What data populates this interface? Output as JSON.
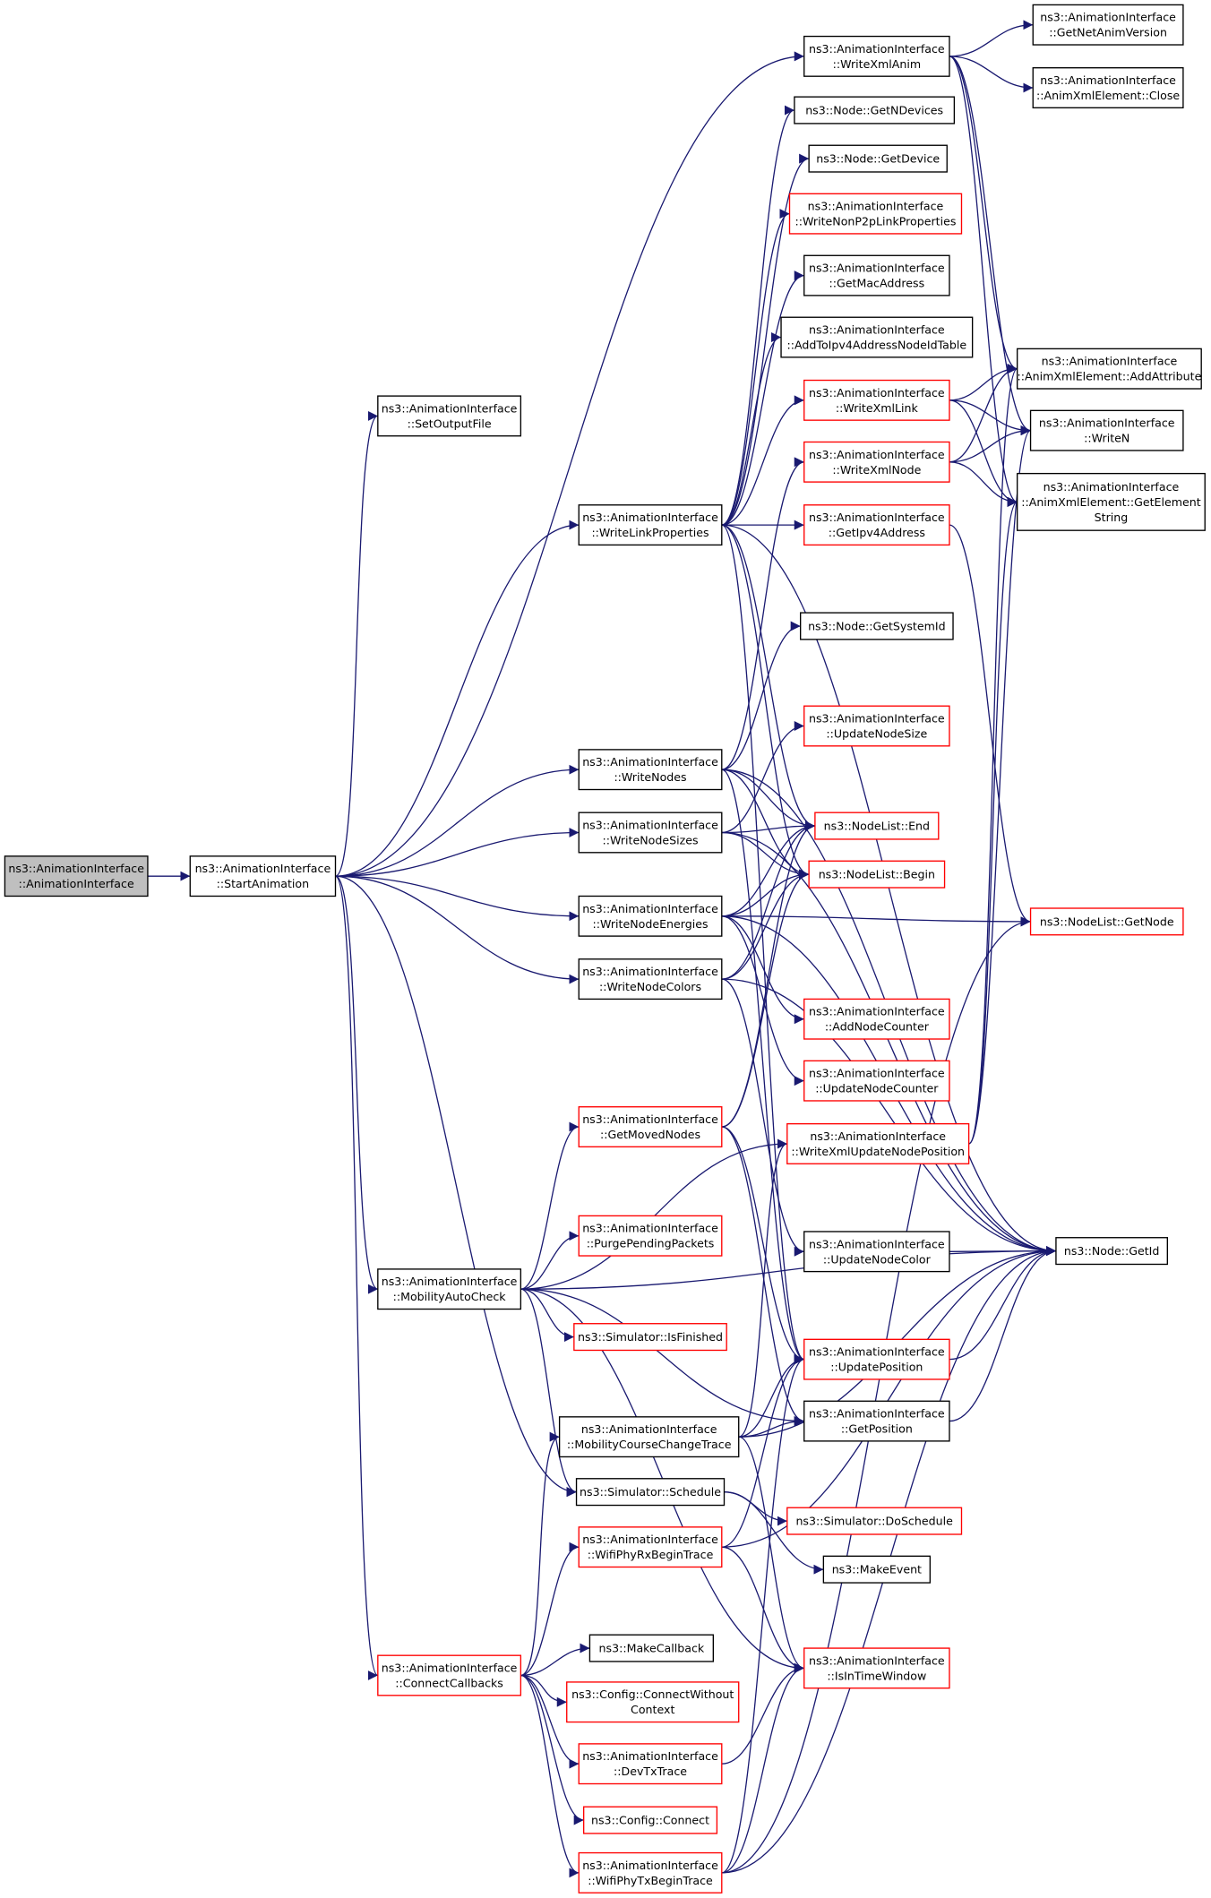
{
  "colors": {
    "edge": "#191970",
    "box_black": "#000000",
    "box_red": "#ff0000",
    "root_fill": "#bfbfbf",
    "node_fill": "#ffffff"
  },
  "nodes": [
    {
      "id": "root",
      "lines": [
        "ns3::AnimationInterface",
        "::AnimationInterface"
      ],
      "border": "black",
      "root": true
    },
    {
      "id": "start",
      "lines": [
        "ns3::AnimationInterface",
        "::StartAnimation"
      ],
      "border": "black"
    },
    {
      "id": "setout",
      "lines": [
        "ns3::AnimationInterface",
        "::SetOutputFile"
      ],
      "border": "black"
    },
    {
      "id": "writexmlanim",
      "lines": [
        "ns3::AnimationInterface",
        "::WriteXmlAnim"
      ],
      "border": "black"
    },
    {
      "id": "getnetanim",
      "lines": [
        "ns3::AnimationInterface",
        "::GetNetAnimVersion"
      ],
      "border": "black"
    },
    {
      "id": "close",
      "lines": [
        "ns3::AnimationInterface",
        "::AnimXmlElement::Close"
      ],
      "border": "black"
    },
    {
      "id": "getndev",
      "lines": [
        "ns3::Node::GetNDevices"
      ],
      "border": "black"
    },
    {
      "id": "getdev",
      "lines": [
        "ns3::Node::GetDevice"
      ],
      "border": "black"
    },
    {
      "id": "writenonp2p",
      "lines": [
        "ns3::AnimationInterface",
        "::WriteNonP2pLinkProperties"
      ],
      "border": "red"
    },
    {
      "id": "getmac",
      "lines": [
        "ns3::AnimationInterface",
        "::GetMacAddress"
      ],
      "border": "black"
    },
    {
      "id": "addtoipv4",
      "lines": [
        "ns3::AnimationInterface",
        "::AddToIpv4AddressNodeIdTable"
      ],
      "border": "black"
    },
    {
      "id": "addattr",
      "lines": [
        "ns3::AnimationInterface",
        "::AnimXmlElement::AddAttribute"
      ],
      "border": "black"
    },
    {
      "id": "writexmllink",
      "lines": [
        "ns3::AnimationInterface",
        "::WriteXmlLink"
      ],
      "border": "red"
    },
    {
      "id": "writen",
      "lines": [
        "ns3::AnimationInterface",
        "::WriteN"
      ],
      "border": "black"
    },
    {
      "id": "writexmlnode",
      "lines": [
        "ns3::AnimationInterface",
        "::WriteXmlNode"
      ],
      "border": "red"
    },
    {
      "id": "getelem",
      "lines": [
        "ns3::AnimationInterface",
        "::AnimXmlElement::GetElement",
        "String"
      ],
      "border": "black"
    },
    {
      "id": "writelink",
      "lines": [
        "ns3::AnimationInterface",
        "::WriteLinkProperties"
      ],
      "border": "black"
    },
    {
      "id": "getipv4",
      "lines": [
        "ns3::AnimationInterface",
        "::GetIpv4Address"
      ],
      "border": "red"
    },
    {
      "id": "getsysid",
      "lines": [
        "ns3::Node::GetSystemId"
      ],
      "border": "black"
    },
    {
      "id": "updnodesize",
      "lines": [
        "ns3::AnimationInterface",
        "::UpdateNodeSize"
      ],
      "border": "red"
    },
    {
      "id": "writenodes",
      "lines": [
        "ns3::AnimationInterface",
        "::WriteNodes"
      ],
      "border": "black"
    },
    {
      "id": "writenodesizes",
      "lines": [
        "ns3::AnimationInterface",
        "::WriteNodeSizes"
      ],
      "border": "black"
    },
    {
      "id": "nlend",
      "lines": [
        "ns3::NodeList::End"
      ],
      "border": "red"
    },
    {
      "id": "nlbegin",
      "lines": [
        "ns3::NodeList::Begin"
      ],
      "border": "red"
    },
    {
      "id": "writenodeenergies",
      "lines": [
        "ns3::AnimationInterface",
        "::WriteNodeEnergies"
      ],
      "border": "black"
    },
    {
      "id": "nlgetnode",
      "lines": [
        "ns3::NodeList::GetNode"
      ],
      "border": "red"
    },
    {
      "id": "writenodecolors",
      "lines": [
        "ns3::AnimationInterface",
        "::WriteNodeColors"
      ],
      "border": "black"
    },
    {
      "id": "addnodecounter",
      "lines": [
        "ns3::AnimationInterface",
        "::AddNodeCounter"
      ],
      "border": "red"
    },
    {
      "id": "updnodecounter",
      "lines": [
        "ns3::AnimationInterface",
        "::UpdateNodeCounter"
      ],
      "border": "red"
    },
    {
      "id": "getmoved",
      "lines": [
        "ns3::AnimationInterface",
        "::GetMovedNodes"
      ],
      "border": "red"
    },
    {
      "id": "writexmlupd",
      "lines": [
        "ns3::AnimationInterface",
        "::WriteXmlUpdateNodePosition"
      ],
      "border": "red"
    },
    {
      "id": "purge",
      "lines": [
        "ns3::AnimationInterface",
        "::PurgePendingPackets"
      ],
      "border": "red"
    },
    {
      "id": "updnodecolor",
      "lines": [
        "ns3::AnimationInterface",
        "::UpdateNodeColor"
      ],
      "border": "black"
    },
    {
      "id": "getid",
      "lines": [
        "ns3::Node::GetId"
      ],
      "border": "black"
    },
    {
      "id": "mobcheck",
      "lines": [
        "ns3::AnimationInterface",
        "::MobilityAutoCheck"
      ],
      "border": "black"
    },
    {
      "id": "isfinished",
      "lines": [
        "ns3::Simulator::IsFinished"
      ],
      "border": "red"
    },
    {
      "id": "updpos",
      "lines": [
        "ns3::AnimationInterface",
        "::UpdatePosition"
      ],
      "border": "red"
    },
    {
      "id": "getpos",
      "lines": [
        "ns3::AnimationInterface",
        "::GetPosition"
      ],
      "border": "black"
    },
    {
      "id": "mobtrace",
      "lines": [
        "ns3::AnimationInterface",
        "::MobilityCourseChangeTrace"
      ],
      "border": "black"
    },
    {
      "id": "schedule",
      "lines": [
        "ns3::Simulator::Schedule"
      ],
      "border": "black"
    },
    {
      "id": "doschedule",
      "lines": [
        "ns3::Simulator::DoSchedule"
      ],
      "border": "red"
    },
    {
      "id": "wifirx",
      "lines": [
        "ns3::AnimationInterface",
        "::WifiPhyRxBeginTrace"
      ],
      "border": "red"
    },
    {
      "id": "makeevent",
      "lines": [
        "ns3::MakeEvent"
      ],
      "border": "black"
    },
    {
      "id": "makecb",
      "lines": [
        "ns3::MakeCallback"
      ],
      "border": "black"
    },
    {
      "id": "connectcb",
      "lines": [
        "ns3::AnimationInterface",
        "::ConnectCallbacks"
      ],
      "border": "red"
    },
    {
      "id": "istimewin",
      "lines": [
        "ns3::AnimationInterface",
        "::IsInTimeWindow"
      ],
      "border": "red"
    },
    {
      "id": "cfgconnwo",
      "lines": [
        "ns3::Config::ConnectWithout",
        "Context"
      ],
      "border": "red"
    },
    {
      "id": "devtx",
      "lines": [
        "ns3::AnimationInterface",
        "::DevTxTrace"
      ],
      "border": "red"
    },
    {
      "id": "cfgconn",
      "lines": [
        "ns3::Config::Connect"
      ],
      "border": "red"
    },
    {
      "id": "wifitx",
      "lines": [
        "ns3::AnimationInterface",
        "::WifiPhyTxBeginTrace"
      ],
      "border": "red"
    }
  ],
  "edges": [
    [
      "root",
      "start"
    ],
    [
      "start",
      "setout"
    ],
    [
      "start",
      "writexmlanim"
    ],
    [
      "start",
      "writelink"
    ],
    [
      "start",
      "writenodes"
    ],
    [
      "start",
      "writenodesizes"
    ],
    [
      "start",
      "writenodeenergies"
    ],
    [
      "start",
      "writenodecolors"
    ],
    [
      "start",
      "mobcheck"
    ],
    [
      "start",
      "schedule"
    ],
    [
      "start",
      "connectcb"
    ],
    [
      "writexmlanim",
      "getnetanim"
    ],
    [
      "writexmlanim",
      "close"
    ],
    [
      "writexmlanim",
      "addattr"
    ],
    [
      "writexmlanim",
      "writen"
    ],
    [
      "writexmlanim",
      "getelem"
    ],
    [
      "writelink",
      "getndev"
    ],
    [
      "writelink",
      "getdev"
    ],
    [
      "writelink",
      "writenonp2p"
    ],
    [
      "writelink",
      "getmac"
    ],
    [
      "writelink",
      "addtoipv4"
    ],
    [
      "writelink",
      "writexmllink"
    ],
    [
      "writelink",
      "getipv4"
    ],
    [
      "writelink",
      "nlend"
    ],
    [
      "writelink",
      "nlbegin"
    ],
    [
      "writelink",
      "getid"
    ],
    [
      "writelink",
      "updpos"
    ],
    [
      "writexmllink",
      "addattr"
    ],
    [
      "writexmllink",
      "writen"
    ],
    [
      "writexmllink",
      "getelem"
    ],
    [
      "writexmlnode",
      "addattr"
    ],
    [
      "writexmlnode",
      "writen"
    ],
    [
      "writexmlnode",
      "getelem"
    ],
    [
      "getipv4",
      "nlgetnode"
    ],
    [
      "writenodes",
      "getsysid"
    ],
    [
      "writenodes",
      "writexmlnode"
    ],
    [
      "writenodes",
      "nlend"
    ],
    [
      "writenodes",
      "nlbegin"
    ],
    [
      "writenodes",
      "getid"
    ],
    [
      "writenodes",
      "updpos"
    ],
    [
      "writenodesizes",
      "updnodesize"
    ],
    [
      "writenodesizes",
      "nlend"
    ],
    [
      "writenodesizes",
      "nlbegin"
    ],
    [
      "writenodesizes",
      "getid"
    ],
    [
      "writenodeenergies",
      "nlend"
    ],
    [
      "writenodeenergies",
      "nlbegin"
    ],
    [
      "writenodeenergies",
      "nlgetnode"
    ],
    [
      "writenodeenergies",
      "addnodecounter"
    ],
    [
      "writenodeenergies",
      "updnodecounter"
    ],
    [
      "writenodeenergies",
      "getid"
    ],
    [
      "writenodecolors",
      "nlend"
    ],
    [
      "writenodecolors",
      "nlbegin"
    ],
    [
      "writenodecolors",
      "updnodecolor"
    ],
    [
      "writenodecolors",
      "getid"
    ],
    [
      "getmoved",
      "nlend"
    ],
    [
      "getmoved",
      "nlbegin"
    ],
    [
      "getmoved",
      "updpos"
    ],
    [
      "getmoved",
      "getpos"
    ],
    [
      "writexmlupd",
      "addattr"
    ],
    [
      "writexmlupd",
      "writen"
    ],
    [
      "writexmlupd",
      "getelem"
    ],
    [
      "updnodecolor",
      "getid"
    ],
    [
      "mobcheck",
      "getmoved"
    ],
    [
      "mobcheck",
      "writexmlupd"
    ],
    [
      "mobcheck",
      "purge"
    ],
    [
      "mobcheck",
      "getid"
    ],
    [
      "mobcheck",
      "isfinished"
    ],
    [
      "mobcheck",
      "getpos"
    ],
    [
      "mobcheck",
      "schedule"
    ],
    [
      "mobcheck",
      "istimewin"
    ],
    [
      "updpos",
      "getid"
    ],
    [
      "getpos",
      "getid"
    ],
    [
      "mobtrace",
      "updpos"
    ],
    [
      "mobtrace",
      "getpos"
    ],
    [
      "mobtrace",
      "writexmlupd"
    ],
    [
      "mobtrace",
      "getid"
    ],
    [
      "mobtrace",
      "istimewin"
    ],
    [
      "schedule",
      "doschedule"
    ],
    [
      "schedule",
      "makeevent"
    ],
    [
      "wifirx",
      "updpos"
    ],
    [
      "wifirx",
      "istimewin"
    ],
    [
      "wifirx",
      "getid"
    ],
    [
      "connectcb",
      "makecb"
    ],
    [
      "connectcb",
      "cfgconnwo"
    ],
    [
      "connectcb",
      "devtx"
    ],
    [
      "connectcb",
      "cfgconn"
    ],
    [
      "connectcb",
      "wifitx"
    ],
    [
      "connectcb",
      "wifirx"
    ],
    [
      "connectcb",
      "mobtrace"
    ],
    [
      "devtx",
      "istimewin"
    ],
    [
      "wifitx",
      "updpos"
    ],
    [
      "wifitx",
      "istimewin"
    ],
    [
      "wifitx",
      "nlgetnode"
    ],
    [
      "wifitx",
      "getid"
    ]
  ]
}
